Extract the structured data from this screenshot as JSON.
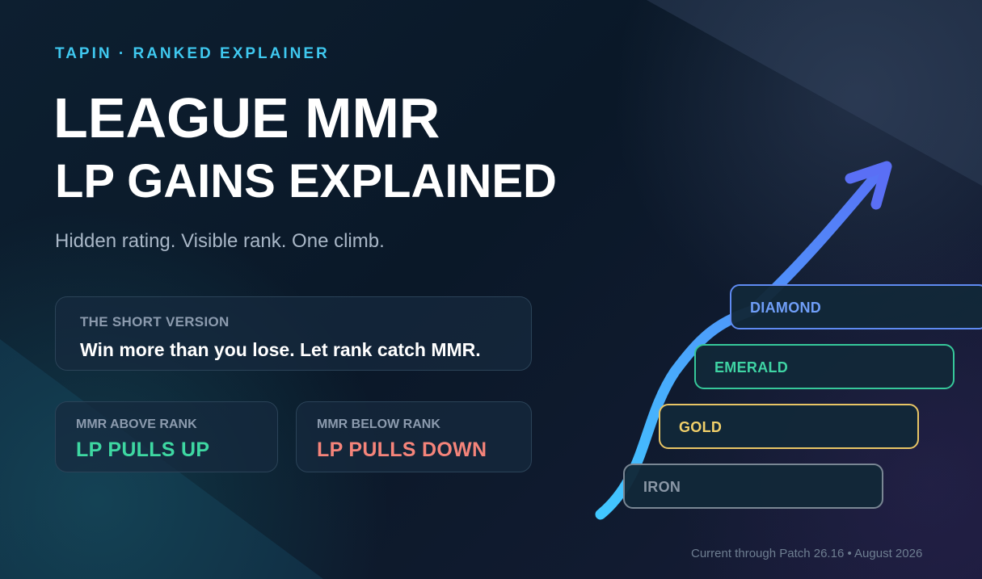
{
  "header": {
    "eyebrow": "TAPIN · RANKED EXPLAINER",
    "title_line1": "LEAGUE MMR",
    "title_line2": "LP GAINS EXPLAINED",
    "subtitle": "Hidden rating. Visible rank. One climb."
  },
  "summary": {
    "label": "THE SHORT VERSION",
    "text": "Win more than you lose. Let rank catch MMR."
  },
  "effects": [
    {
      "label": "MMR ABOVE RANK",
      "value": "LP PULLS UP",
      "color": "#3ed8a2"
    },
    {
      "label": "MMR BELOW RANK",
      "value": "LP PULLS DOWN",
      "color": "#f5847a"
    }
  ],
  "ladder": {
    "tiers": [
      {
        "name": "DIAMOND",
        "color": "#6f9ef8"
      },
      {
        "name": "EMERALD",
        "color": "#3fd4a4"
      },
      {
        "name": "GOLD",
        "color": "#f2d06a"
      },
      {
        "name": "IRON",
        "color": "#8a97a6"
      }
    ],
    "arrow_colors": {
      "start": "#41c8ff",
      "end": "#5870f6"
    }
  },
  "footer": {
    "note": "Current through Patch 26.16 • August 2026"
  }
}
